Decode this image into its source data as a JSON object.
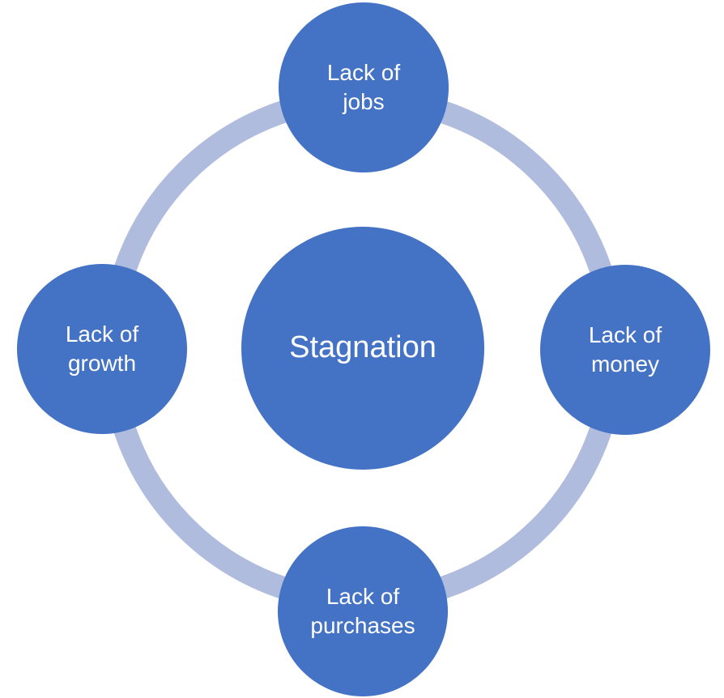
{
  "colors": {
    "node_fill": "#4472c4",
    "ring_stroke": "#afbcdd",
    "text": "#ffffff"
  },
  "diagram": {
    "center": {
      "label": "Stagnation"
    },
    "cycle_nodes": [
      {
        "label": "Lack of\njobs"
      },
      {
        "label": "Lack of\nmoney"
      },
      {
        "label": "Lack of\npurchases"
      },
      {
        "label": "Lack of\ngrowth"
      }
    ]
  }
}
